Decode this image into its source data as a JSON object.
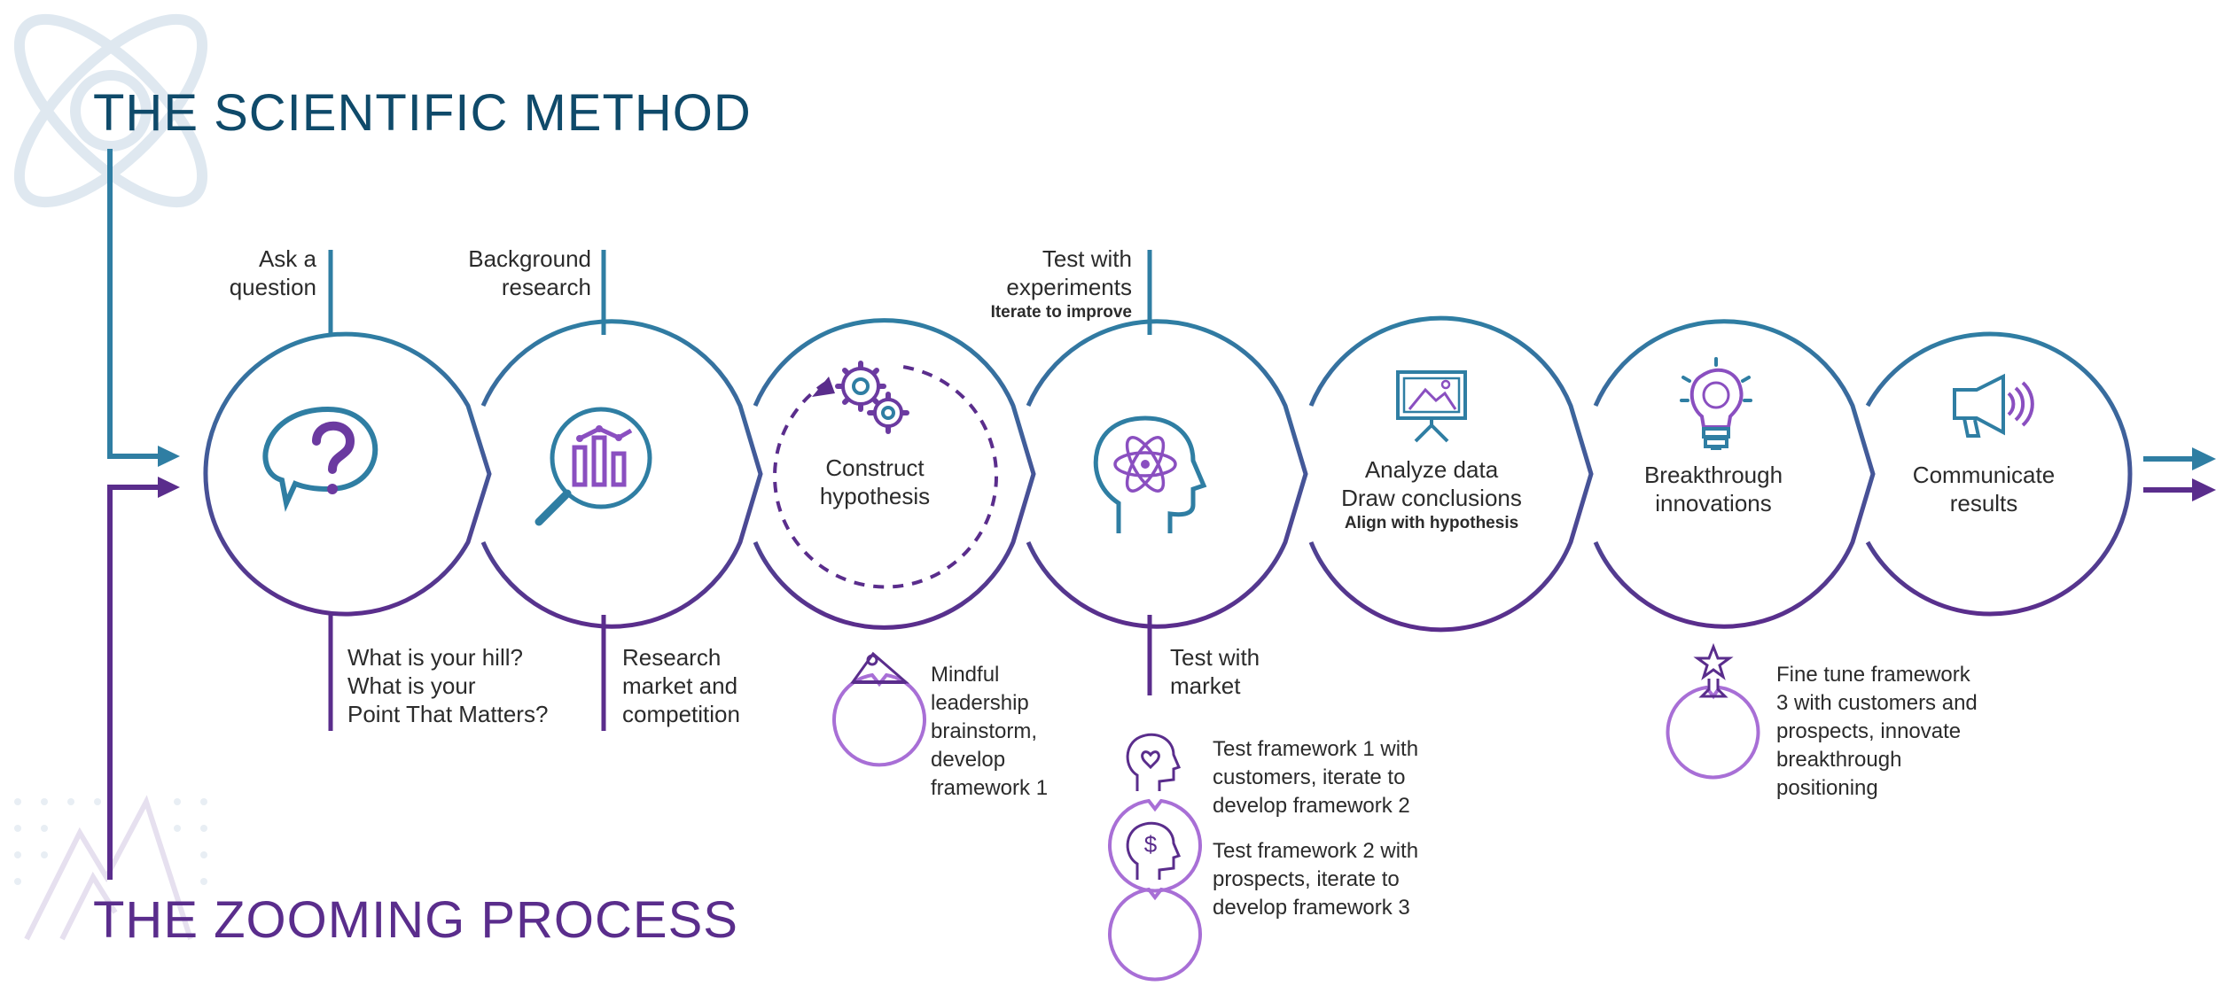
{
  "titles": {
    "scientific_method": "THE SCIENTIFIC METHOD",
    "zooming_process": "THE ZOOMING PROCESS"
  },
  "colors": {
    "teal": "#2f7ea3",
    "navy": "#0f4a6a",
    "purple": "#5a2d8c",
    "light_purple": "#a86fd6",
    "text": "#2b2b2b"
  },
  "top_labels": {
    "ask": [
      "Ask a",
      "question"
    ],
    "background": [
      "Background",
      "research"
    ],
    "test": [
      "Test with",
      "experiments"
    ],
    "test_note": "Iterate to improve"
  },
  "circles": {
    "construct": [
      "Construct",
      "hypothesis"
    ],
    "analyze": [
      "Analyze data",
      "Draw conclusions"
    ],
    "analyze_note": "Align with hypothesis",
    "breakthrough": [
      "Breakthrough",
      "innovations"
    ],
    "communicate": [
      "Communicate",
      "results"
    ]
  },
  "bottom_labels": {
    "hill": [
      "What is your hill?",
      "What is your",
      "Point That Matters?"
    ],
    "research": [
      "Research",
      "market and",
      "competition"
    ],
    "mindful": [
      "Mindful",
      "leadership",
      "brainstorm,",
      "develop",
      "framework 1"
    ],
    "test_market": [
      "Test with",
      "market"
    ],
    "framework1": [
      "Test framework 1 with",
      "customers, iterate to",
      "develop framework 2"
    ],
    "framework2": [
      "Test framework 2 with",
      "prospects, iterate to",
      "develop framework 3"
    ],
    "finetune": [
      "Fine tune framework",
      "3 with customers and",
      "prospects, innovate",
      "breakthrough",
      "positioning"
    ]
  },
  "icons": [
    "atom-watermark-icon",
    "question-bubble-icon",
    "magnifier-chart-icon",
    "gears-icon",
    "head-atom-icon",
    "presentation-board-icon",
    "lightbulb-icon",
    "megaphone-icon",
    "meeting-table-icon",
    "head-heart-icon",
    "head-dollar-icon",
    "award-trophy-icon",
    "mountains-watermark-icon"
  ]
}
